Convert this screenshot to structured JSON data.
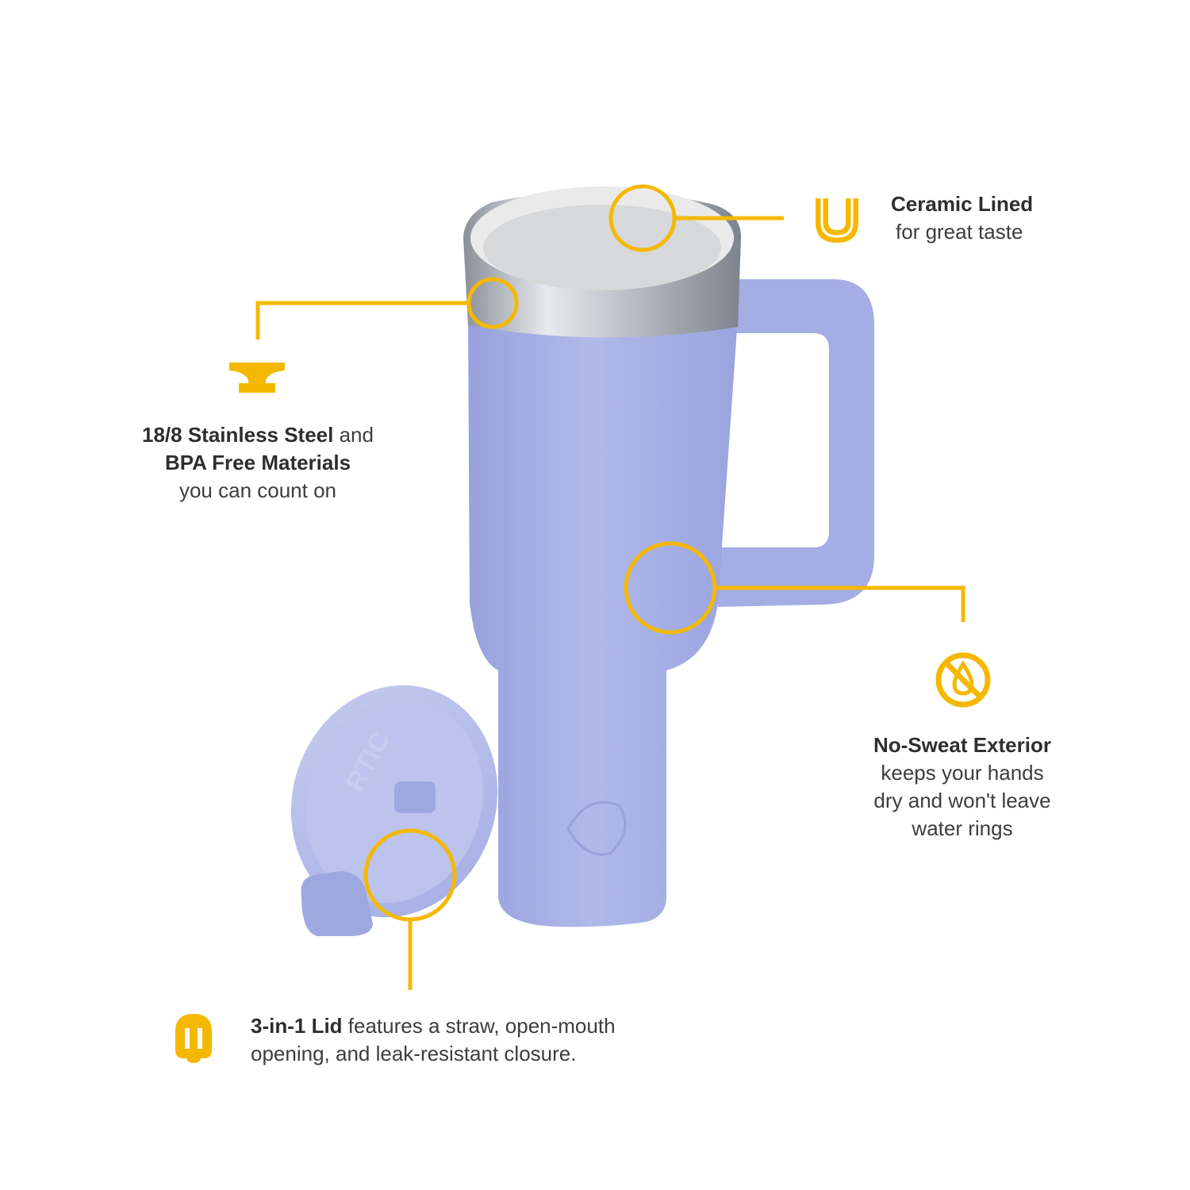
{
  "colors": {
    "accent": "#f5b800",
    "tumbler_body": "#a9b2e6",
    "text": "#3d3d3d"
  },
  "product": {
    "lid_brand_mark": "RTIC"
  },
  "callouts": {
    "ceramic": {
      "icon": "u-shape-icon",
      "title": "Ceramic Lined",
      "text": "for great taste"
    },
    "steel": {
      "icon": "anvil-icon",
      "title": "18/8 Stainless Steel",
      "title_suffix": " and",
      "title2": "BPA Free Materials",
      "text": "you can count on"
    },
    "sweat": {
      "icon": "no-drop-icon",
      "title": "No-Sweat Exterior",
      "lines": [
        "keeps your hands",
        "dry and won't leave",
        "water rings"
      ]
    },
    "lid": {
      "icon": "lid-icon",
      "title": "3-in-1 Lid",
      "text1": " features a straw, open-mouth",
      "text2": "opening, and leak-resistant closure."
    }
  }
}
